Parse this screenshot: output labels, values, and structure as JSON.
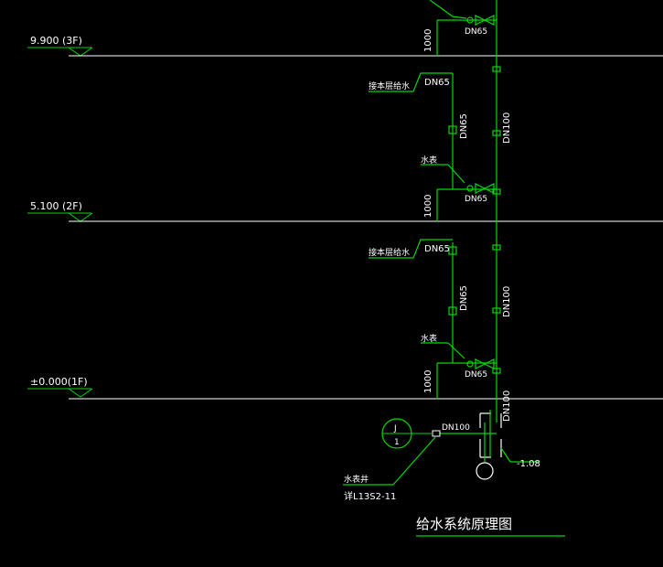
{
  "drawing": {
    "title": "给水系统原理图",
    "colors": {
      "background": "#000000",
      "floor_line": "#ffffff",
      "pipe": "#00d800",
      "annotation": "#ffffff",
      "leader": "#00d800"
    },
    "levels": [
      {
        "label": "9.900 (3F)"
      },
      {
        "label": "5.100 (2F)"
      },
      {
        "label": "±0.000(1F)"
      }
    ],
    "riser_labels": {
      "main_dn": "DN100",
      "branch_dn": "DN65",
      "pipe_height": "1000"
    },
    "floor_branches": [
      {
        "tag": "DN65",
        "note": "接本层给水"
      },
      {
        "tag": "DN65",
        "note": "接本层给水"
      }
    ],
    "valve_notes": [
      {
        "note": "水表"
      },
      {
        "note": "水表"
      }
    ],
    "basement": {
      "inlet_dn": "DN100",
      "elevation": "-1.08",
      "manhole_note": "水表井",
      "manhole_ref": "详L13S2-11",
      "index_symbol": {
        "top": "J",
        "bottom": "1"
      }
    }
  }
}
